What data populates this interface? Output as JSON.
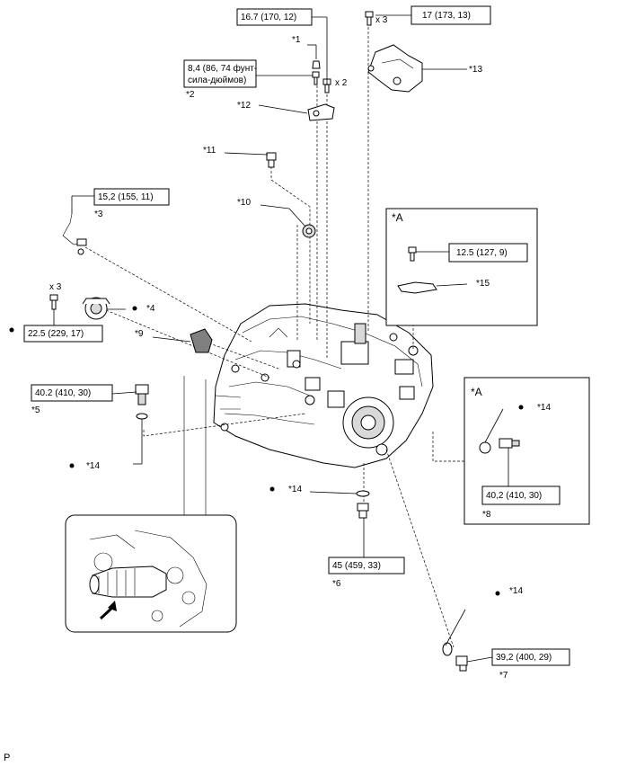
{
  "torque_specs": {
    "t1": "16.7 (170, 12)",
    "t2": "8,4 (86, 74 фунт-",
    "t2b": "сила-дюймов)",
    "t3": "17 (173, 13)",
    "t4": "15,2 (155, 11)",
    "t5": "22.5 (229, 17)",
    "t6": "40.2 (410, 30)",
    "t7": "12.5 (127, 9)",
    "t8": "40,2 (410, 30)",
    "t9": "45 (459, 33)",
    "t10": "39,2 (400, 29)"
  },
  "callouts": {
    "c1": "*1",
    "c2": "*2",
    "c3": "*3",
    "c4": "*4",
    "c5": "*5",
    "c6": "*6",
    "c7": "*7",
    "c8": "*8",
    "c9": "*9",
    "c10": "*10",
    "c11": "*11",
    "c12": "*12",
    "c13": "*13",
    "c15": "*15",
    "c14a": "*14",
    "c14b": "*14",
    "c14c": "*14",
    "c14d": "*14"
  },
  "quantities": {
    "q1": "x 2",
    "q2": "x 3",
    "q3": "x 3"
  },
  "detail_boxes": {
    "a1": "*A",
    "a2": "*A"
  },
  "footer": {
    "code": "P"
  }
}
